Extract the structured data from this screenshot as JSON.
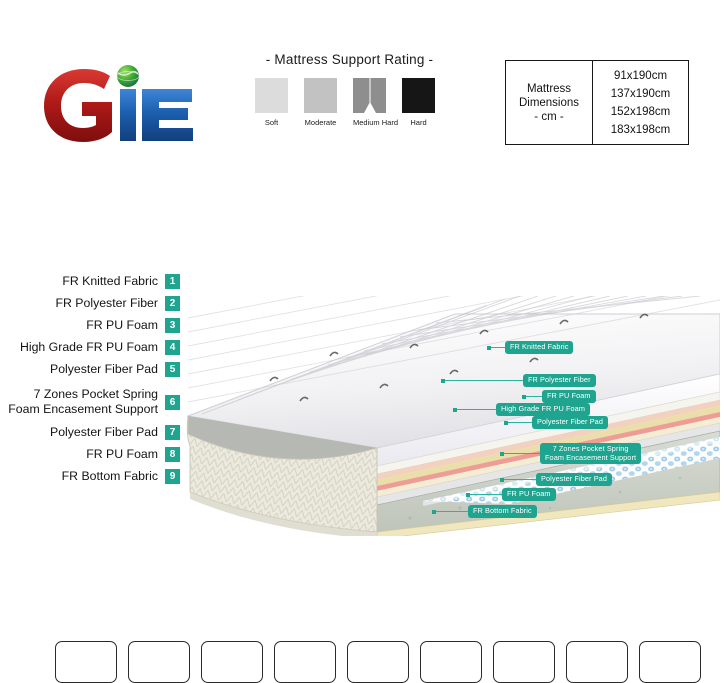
{
  "brand": {
    "name": "GiE",
    "letter_g": "G",
    "letter_i": "i",
    "letter_e": "E",
    "red": "#B41E1E",
    "blue": "#1C5FAF"
  },
  "rating": {
    "title": "-  Mattress Support  Rating  -",
    "swatches": [
      {
        "label": "Soft",
        "color": "#DCDCDC"
      },
      {
        "label": "Moderate",
        "color": "#C2C2C2"
      },
      {
        "label": "Medium Hard",
        "color": "#8E8E8E"
      },
      {
        "label": "Hard",
        "color": "#161616"
      }
    ]
  },
  "dimensions": {
    "heading_line1": "Mattress",
    "heading_line2": "Dimensions",
    "heading_line3": "- cm -",
    "sizes": [
      "91x190cm",
      "137x190cm",
      "152x198cm",
      "183x198cm"
    ]
  },
  "legend": {
    "items": [
      {
        "number": "1",
        "label": "FR Knitted Fabric"
      },
      {
        "number": "2",
        "label": "FR Polyester Fiber"
      },
      {
        "number": "3",
        "label": "FR PU Foam"
      },
      {
        "number": "4",
        "label": "High Grade FR PU Foam"
      },
      {
        "number": "5",
        "label": "Polyester Fiber Pad"
      },
      {
        "number": "6",
        "label": "7 Zones Pocket Spring\nFoam Encasement Support"
      },
      {
        "number": "7",
        "label": "Polyester Fiber Pad"
      },
      {
        "number": "8",
        "label": "FR PU Foam"
      },
      {
        "number": "9",
        "label": "FR Bottom Fabric"
      }
    ],
    "badge_color": "#1FA48F"
  },
  "callouts": {
    "accent": "#1FA48F",
    "items": [
      {
        "label": "FR Knitted Fabric"
      },
      {
        "label": "FR Polyester Fiber"
      },
      {
        "label": "FR PU Foam"
      },
      {
        "label": "High Grade FR PU Foam"
      },
      {
        "label": "Polyester Fiber Pad"
      },
      {
        "label": "7 Zones Pocket Spring\nFoam Encasement Support"
      },
      {
        "label": "Polyester Fiber Pad"
      },
      {
        "label": "FR PU Foam"
      },
      {
        "label": "FR Bottom Fabric"
      }
    ]
  },
  "icon_boxes": {
    "count": 9
  }
}
